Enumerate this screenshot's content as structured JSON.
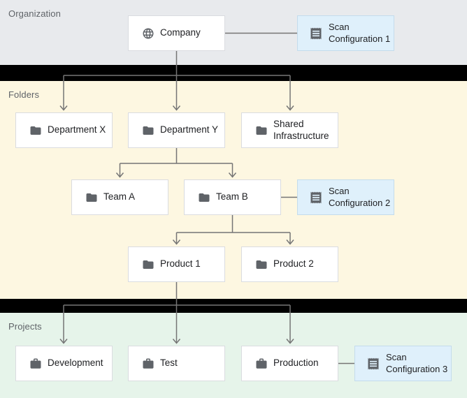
{
  "sections": {
    "organization": {
      "label": "Organization",
      "bg": "#e8eaed"
    },
    "folders": {
      "label": "Folders",
      "bg": "#fdf7e1"
    },
    "projects": {
      "label": "Projects",
      "bg": "#e6f4ea"
    }
  },
  "nodes": {
    "company": {
      "label": "Company",
      "icon": "globe-icon"
    },
    "scan_config_1": {
      "label": "Scan Configuration 1",
      "icon": "scan-config-icon"
    },
    "department_x": {
      "label": "Department X",
      "icon": "folder-icon"
    },
    "department_y": {
      "label": "Department Y",
      "icon": "folder-icon"
    },
    "shared_infrastructure": {
      "label": "Shared Infrastructure",
      "icon": "folder-icon"
    },
    "team_a": {
      "label": "Team A",
      "icon": "folder-icon"
    },
    "team_b": {
      "label": "Team B",
      "icon": "folder-icon"
    },
    "scan_config_2": {
      "label": "Scan Configuration 2",
      "icon": "scan-config-icon"
    },
    "product_1": {
      "label": "Product 1",
      "icon": "folder-icon"
    },
    "product_2": {
      "label": "Product 2",
      "icon": "folder-icon"
    },
    "development": {
      "label": "Development",
      "icon": "briefcase-icon"
    },
    "test": {
      "label": "Test",
      "icon": "briefcase-icon"
    },
    "production": {
      "label": "Production",
      "icon": "briefcase-icon"
    },
    "scan_config_3": {
      "label": "Scan Configuration 3",
      "icon": "scan-config-icon"
    }
  },
  "edges": [
    {
      "from": "company",
      "to": "department_x",
      "type": "arrow"
    },
    {
      "from": "company",
      "to": "department_y",
      "type": "arrow"
    },
    {
      "from": "company",
      "to": "shared_infrastructure",
      "type": "arrow"
    },
    {
      "from": "department_y",
      "to": "team_a",
      "type": "arrow"
    },
    {
      "from": "department_y",
      "to": "team_b",
      "type": "arrow"
    },
    {
      "from": "team_b",
      "to": "product_1",
      "type": "arrow"
    },
    {
      "from": "team_b",
      "to": "product_2",
      "type": "arrow"
    },
    {
      "from": "product_1",
      "to": "development",
      "type": "arrow"
    },
    {
      "from": "product_1",
      "to": "test",
      "type": "arrow"
    },
    {
      "from": "product_1",
      "to": "production",
      "type": "arrow"
    },
    {
      "from": "company",
      "to": "scan_config_1",
      "type": "plain"
    },
    {
      "from": "team_b",
      "to": "scan_config_2",
      "type": "plain"
    },
    {
      "from": "production",
      "to": "scan_config_3",
      "type": "plain"
    }
  ],
  "colors": {
    "divider": "#000000",
    "node_bg": "#ffffff",
    "node_border": "#dadce0",
    "scan_node_bg": "#dff0fb",
    "scan_node_border": "#c4dcec",
    "connector": "#757575",
    "icon": "#5f6368",
    "section_label": "#5f6368",
    "node_text": "#202124"
  }
}
